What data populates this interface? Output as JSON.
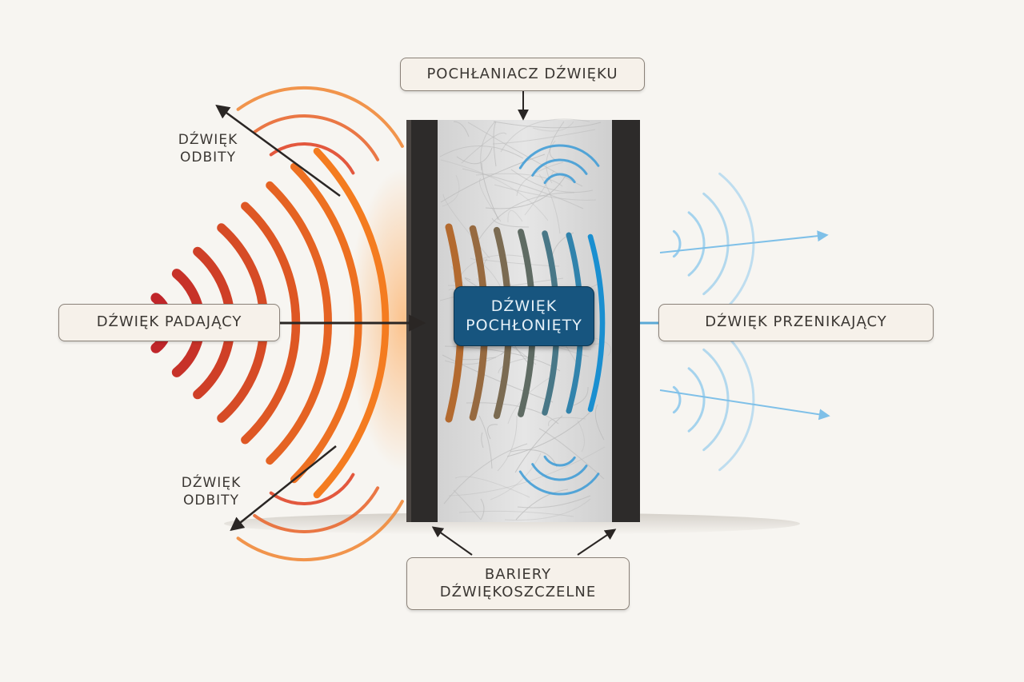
{
  "labels": {
    "absorber": "POCHŁANIACZ DŹWIĘKU",
    "incident": "DŹWIĘK PADAJĄCY",
    "transmitted": "DŹWIĘK PRZENIKAJĄCY",
    "absorbed_line1": "DŹWIĘK",
    "absorbed_line2": "POCHŁONIĘTY",
    "reflected_top_line1": "DŹWIĘK",
    "reflected_top_line2": "ODBITY",
    "reflected_bottom_line1": "DŹWIĘK",
    "reflected_bottom_line2": "ODBITY",
    "barriers_line1": "BARIERY",
    "barriers_line2": "DŹWIĘKOSZCZELNE"
  },
  "colors": {
    "incident_wave_start": "#c0262a",
    "incident_wave_end": "#f47c20",
    "absorbed_wave_start": "#b36a2f",
    "absorbed_wave_mid": "#5f6b63",
    "absorbed_wave_end": "#1a8fd0",
    "transmitted_wave": "#8ec9ec",
    "barrier": "#2d2b2a",
    "absorber_core": "#dcdcdc",
    "arrow": "#2a2624"
  }
}
